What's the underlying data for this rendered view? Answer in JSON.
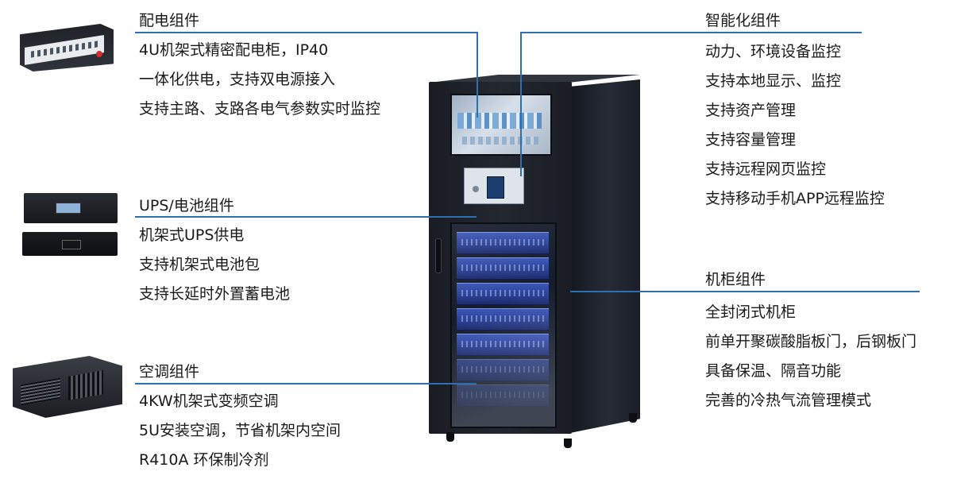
{
  "pdu_section": {
    "title": "配电组件",
    "features": [
      "4U机架式精密配电柜，IP40",
      "一体化供电，支持双电源接入",
      "支持主路、支路各电气参数实时监控"
    ]
  },
  "ups_section": {
    "title": "UPS/电池组件",
    "features": [
      "机架式UPS供电",
      "支持机架式电池包",
      "支持长延时外置蓄电池"
    ]
  },
  "ac_section": {
    "title": "空调组件",
    "features": [
      "4KW机架式变频空调",
      "5U安装空调，节省机架内空间",
      "R410A 环保制冷剂"
    ]
  },
  "smart_section": {
    "title": "智能化组件",
    "features": [
      "动力、环境设备监控",
      "支持本地显示、监控",
      "支持资产管理",
      "支持容量管理",
      "支持远程网页监控",
      "支持移动手机APP远程监控"
    ]
  },
  "cabinet_section": {
    "title": "机柜组件",
    "features": [
      "全封闭式机柜",
      "前单开聚碳酸脂板门，后钢板门",
      "具备保温、隔音功能",
      "完善的冷热气流管理模式"
    ]
  },
  "colors": {
    "callout_line": "#2f6fb0",
    "cabinet": "#1e222a",
    "rack_light": "#3b56b8"
  }
}
